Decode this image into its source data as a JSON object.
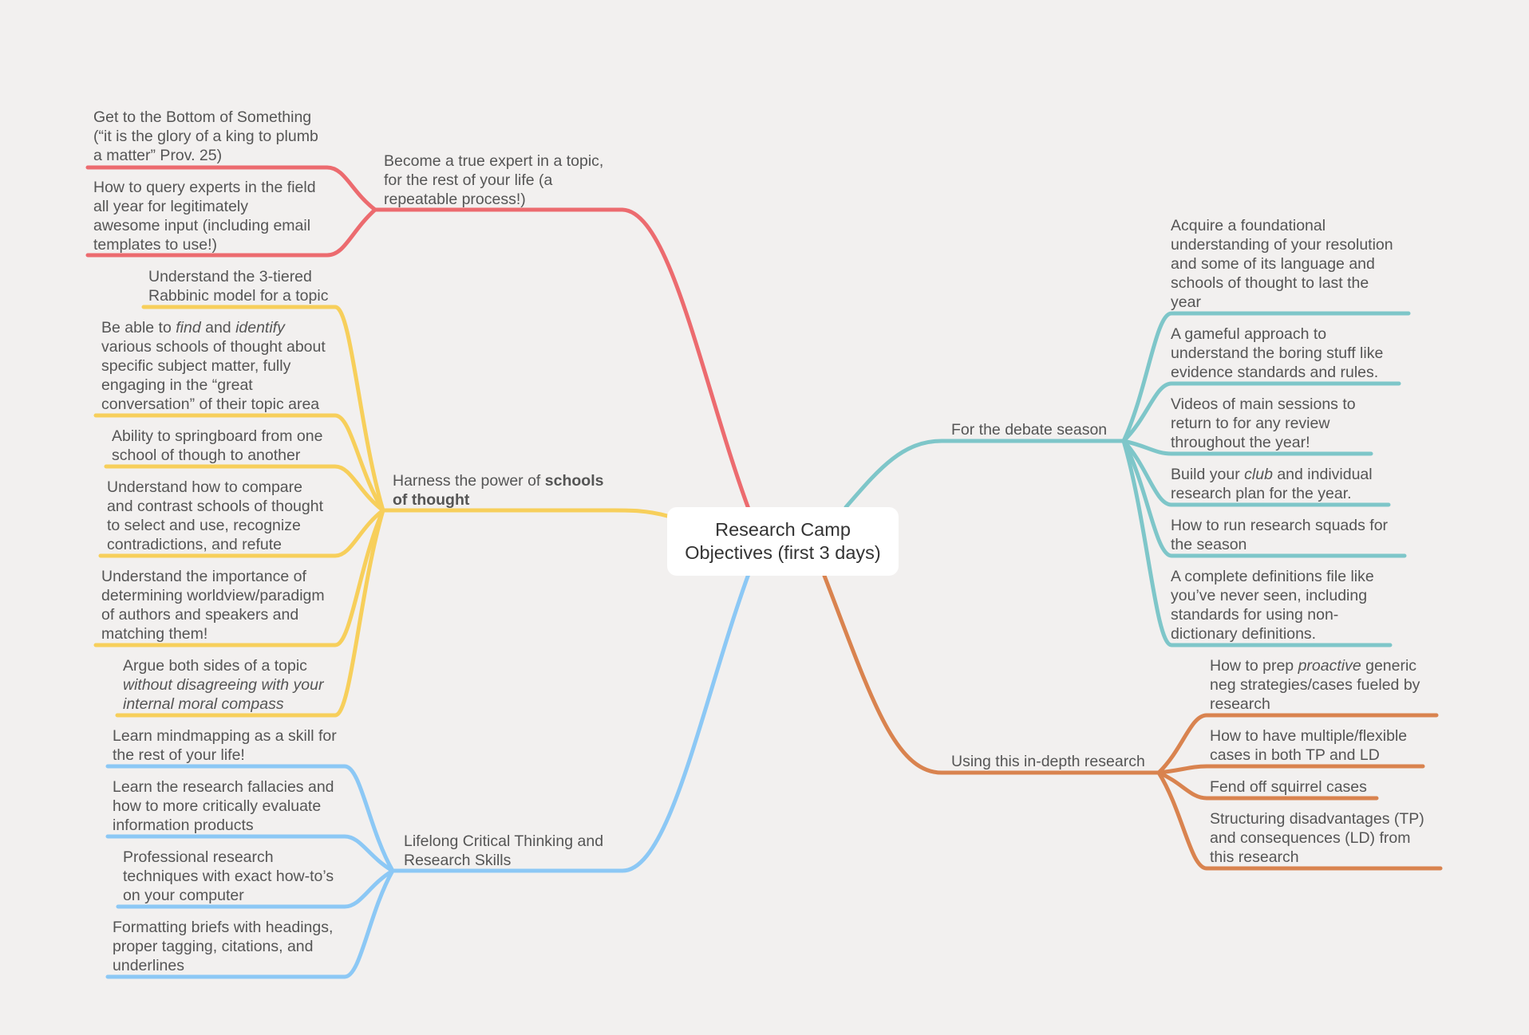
{
  "central_topic": {
    "line1": "Research Camp",
    "line2": "Objectives (first 3 days)"
  },
  "colors": {
    "expert": "#ec6b6f",
    "schools": "#f7cf5b",
    "critical": "#8cc8f5",
    "season": "#7ec6c9",
    "research": "#d9834f",
    "background": "#f2f0ef",
    "text": "#555555"
  },
  "branches": {
    "expert": {
      "label": [
        "Become a true expert in a topic,",
        "for the rest of your life (a",
        "repeatable process!)"
      ],
      "children": [
        [
          "Get to the Bottom of Something",
          "(“it is the glory of a king to plumb",
          "a matter” Prov. 25)"
        ],
        [
          "How to query experts in the field",
          "all year for legitimately",
          "awesome input (including email",
          "templates to use!)"
        ]
      ]
    },
    "schools": {
      "label_plain": "Harness the power of ",
      "label_bold1": "schools",
      "label_bold2": "of thought",
      "children": {
        "rabbinic": [
          "Understand the 3-tiered",
          "Rabbinic model for a topic"
        ],
        "find": {
          "pre": "Be able to ",
          "em1": "find",
          "mid": " and ",
          "em2": "identify",
          "rest": [
            "various schools of thought about",
            "specific subject matter, fully",
            "engaging in the “great",
            "conversation” of their topic area"
          ]
        },
        "springboard": [
          "Ability to springboard from one",
          "school of though to another"
        ],
        "compare": [
          "Understand how to compare",
          "and contrast schools of thought",
          "to select and use, recognize",
          "contradictions, and refute"
        ],
        "worldview": [
          "Understand the importance of",
          "determining worldview/paradigm",
          "of authors and speakers and",
          "matching them!"
        ],
        "sides": {
          "line1": "Argue both sides of a topic",
          "em1": "without disagreeing with your",
          "em2": "internal moral compass"
        }
      }
    },
    "critical": {
      "label": [
        "Lifelong Critical Thinking and",
        "Research Skills"
      ],
      "children": [
        [
          "Learn mindmapping as a skill for",
          "the rest of your life!"
        ],
        [
          "Learn the research fallacies and",
          "how to more critically evaluate",
          "information products"
        ],
        [
          "Professional research",
          "techniques with exact how-to’s",
          "on your computer"
        ],
        [
          "Formatting briefs with headings,",
          "proper tagging, citations, and",
          "underlines"
        ]
      ]
    },
    "season": {
      "label": "For the debate season",
      "children": {
        "acquire": [
          "Acquire a foundational",
          "understanding of your resolution",
          "and some of its language and",
          "schools of thought to last the",
          "year"
        ],
        "gameful": [
          "A gameful approach to",
          "understand the boring stuff like",
          "evidence standards and rules."
        ],
        "videos": [
          "Videos of main sessions to",
          "return to for any review",
          "throughout the year!"
        ],
        "club": {
          "pre": "Build your ",
          "em": "club",
          "post": " and individual",
          "line2": "research plan for the year."
        },
        "squads": [
          "How to run research squads for",
          "the season"
        ],
        "definitions": [
          "A complete definitions file like",
          "you’ve never seen, including",
          "standards for using non-",
          "dictionary definitions."
        ]
      }
    },
    "research": {
      "label": "Using this in-depth research",
      "children": {
        "proactive": {
          "pre": "How to prep ",
          "em": "proactive",
          "post": " generic",
          "rest": [
            "neg strategies/cases fueled by",
            "research"
          ]
        },
        "flexible": [
          "How to have multiple/flexible",
          "cases in both TP and LD"
        ],
        "squirrel": [
          "Fend off squirrel cases"
        ],
        "disadvantages": [
          "Structuring disadvantages (TP)",
          "and consequences (LD) from",
          "this research"
        ]
      }
    }
  }
}
